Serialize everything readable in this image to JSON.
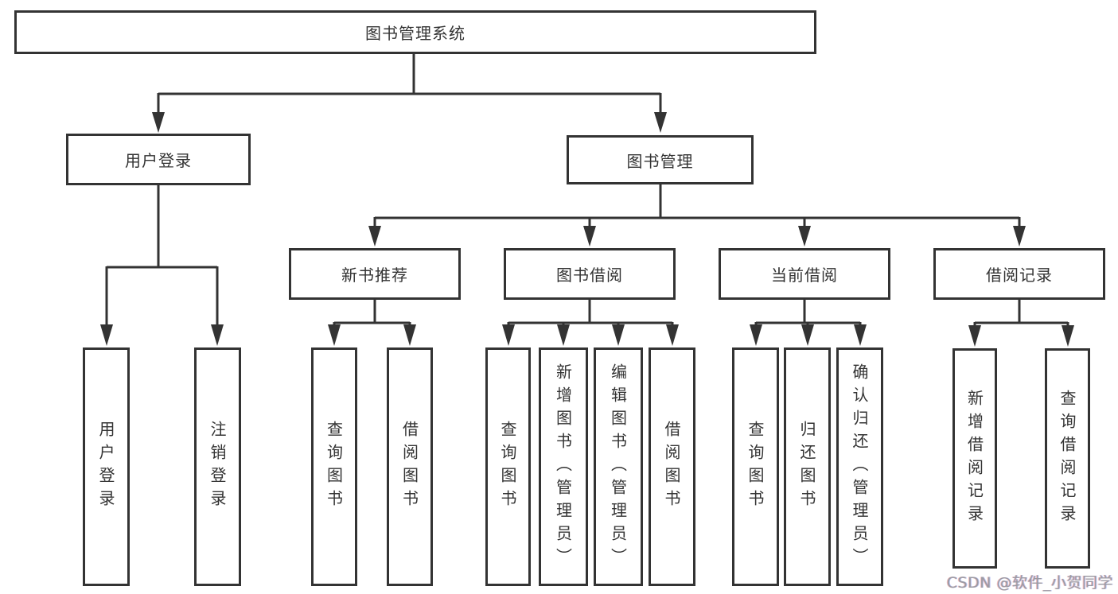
{
  "tree": {
    "root": "图书管理系统",
    "children": [
      {
        "label": "用户登录",
        "children": [
          {
            "label": "用户登录"
          },
          {
            "label": "注销登录"
          }
        ]
      },
      {
        "label": "图书管理",
        "children": [
          {
            "label": "新书推荐",
            "children": [
              {
                "label": "查询图书"
              },
              {
                "label": "借阅图书"
              }
            ]
          },
          {
            "label": "图书借阅",
            "children": [
              {
                "label": "查询图书"
              },
              {
                "label": "新增图书（管理员）"
              },
              {
                "label": "编辑图书（管理员）"
              },
              {
                "label": "借阅图书"
              }
            ]
          },
          {
            "label": "当前借阅",
            "children": [
              {
                "label": "查询图书"
              },
              {
                "label": "归还图书"
              },
              {
                "label": "确认归还（管理员）"
              }
            ]
          },
          {
            "label": "借阅记录",
            "children": [
              {
                "label": "新增借阅记录"
              },
              {
                "label": "查询借阅记录"
              }
            ]
          }
        ]
      }
    ]
  },
  "watermark": "CSDN @软件_小贺同学",
  "colors": {
    "line": "#333333",
    "text": "#333333",
    "watermark": "#9b9ba3",
    "background": "#ffffff"
  }
}
